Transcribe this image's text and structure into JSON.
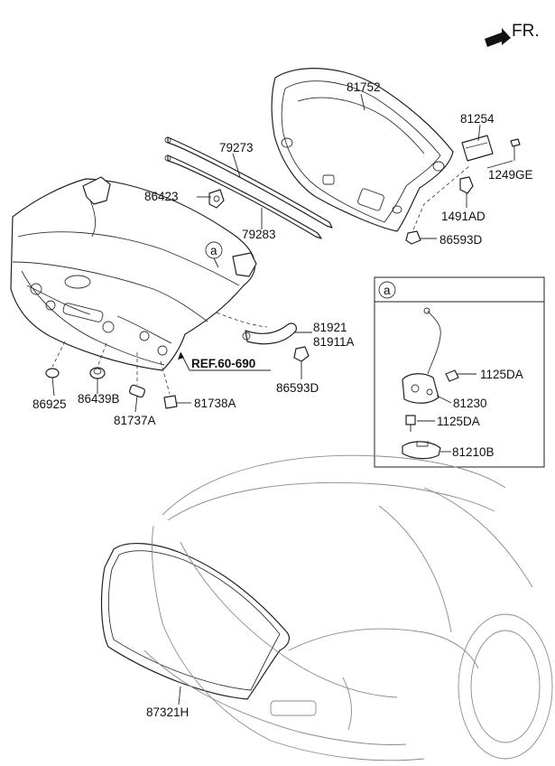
{
  "direction": {
    "label": "FR."
  },
  "reference": {
    "label": "REF.60-690"
  },
  "callout": {
    "letter": "a"
  },
  "parts": {
    "p81752": "81752",
    "p81254": "81254",
    "p1249GE": "1249GE",
    "p79273": "79273",
    "p86423": "86423",
    "p79283": "79283",
    "p1491AD": "1491AD",
    "p86593D_top": "86593D",
    "p81921": "81921",
    "p81911A": "81911A",
    "p86593D_mid": "86593D",
    "p86925": "86925",
    "p86439B": "86439B",
    "p81737A": "81737A",
    "p81738A": "81738A",
    "p1125DA_1": "1125DA",
    "p81230": "81230",
    "p1125DA_2": "1125DA",
    "p81210B": "81210B",
    "p87321H": "87321H"
  }
}
